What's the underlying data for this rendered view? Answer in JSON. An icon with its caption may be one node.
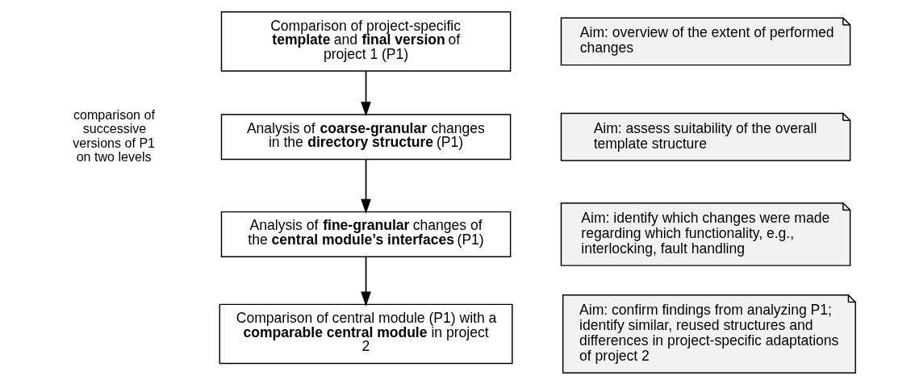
{
  "diagram": {
    "nodes": [
      {
        "text": [
          "Comparison of project-specific **template** and **final version** of project 1 (P1)"
        ]
      },
      {
        "text": [
          "Analysis of **coarse-granular** changes in the **directory structure** (P1)"
        ]
      },
      {
        "text": [
          "Analysis of **fine-granular** changes of the **central module’s interfaces** (P1)"
        ]
      },
      {
        "text": [
          "Comparison of central module (P1) with a **comparable central module** in project 2"
        ]
      },
      {
        "text": [
          "Aim: overview of the extent of performed changes"
        ]
      },
      {
        "text": [
          "Aim: assess suitability of the overall template structure"
        ]
      },
      {
        "text": [
          "Aim: identify which changes were made regarding which functionality, e.g., interlocking, fault handling"
        ]
      },
      {
        "text": [
          "Aim: confirm findings from analyzing P1; identify similar, reused structures and differences in project-specific adaptations of project 2"
        ]
      }
    ],
    "edges": [
      {
        "from": 0,
        "to": 1,
        "arrow": "to"
      },
      {
        "from": 1,
        "to": 2,
        "arrow": "to"
      },
      {
        "from": 2,
        "to": 3,
        "arrow": "to"
      }
    ],
    "labels": [
      "comparison of successive versions of P1 on two levels"
    ]
  }
}
